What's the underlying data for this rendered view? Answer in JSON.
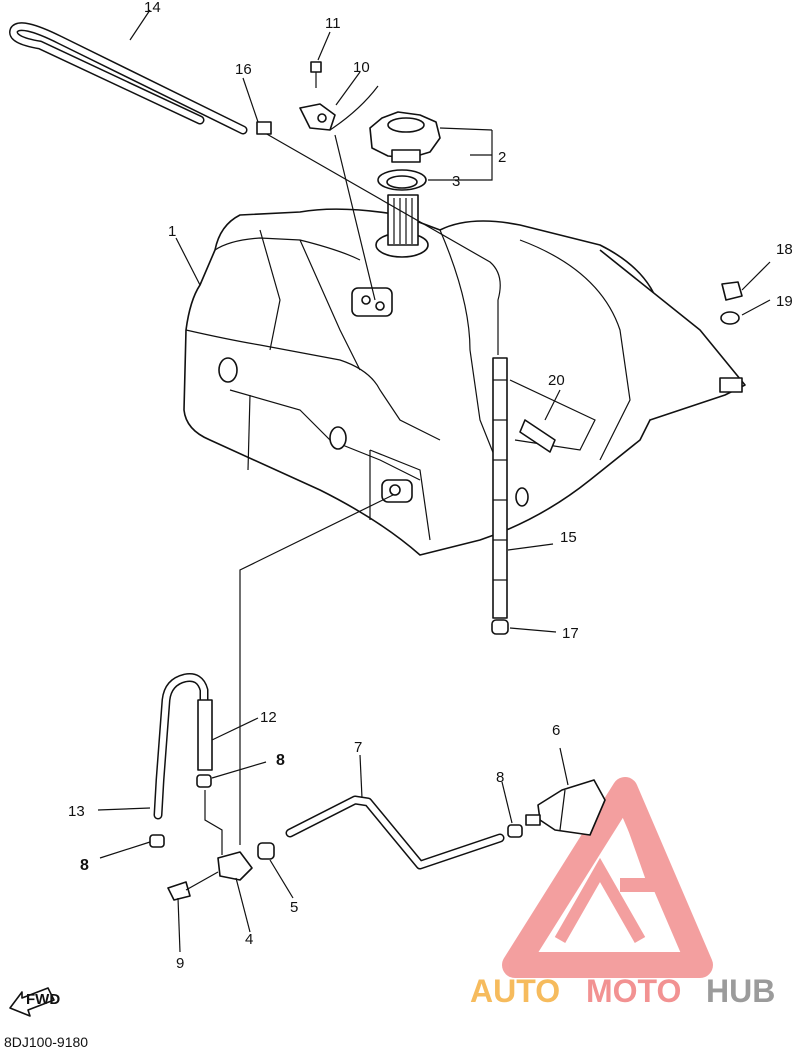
{
  "diagram": {
    "part_numbers": [
      "1",
      "2",
      "3",
      "4",
      "5",
      "6",
      "7",
      "8",
      "8",
      "8",
      "9",
      "10",
      "11",
      "12",
      "13",
      "14",
      "15",
      "16",
      "17",
      "18",
      "19",
      "20"
    ],
    "diagram_code": "8DJ100-9180",
    "fwd_label": "FWD"
  },
  "watermark": {
    "brand_part1": "AUTO",
    "brand_part2": "MOTO",
    "brand_part3": "HUB",
    "colors": {
      "orange": "#f5b041",
      "red": "#f08080",
      "gray": "#8a8a8a"
    }
  }
}
